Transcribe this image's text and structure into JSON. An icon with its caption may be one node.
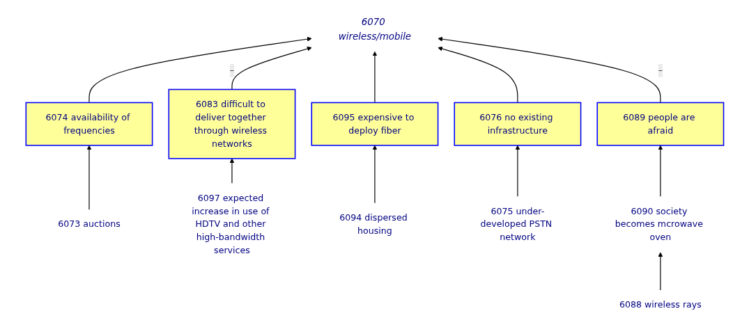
{
  "diagram": {
    "nodes": [
      {
        "text": [
          "6070 wireless/mobile"
        ]
      },
      {
        "text": [
          "6089 people are afraid"
        ]
      },
      {
        "text": [
          "6074 availability of frequencies"
        ]
      },
      {
        "text": [
          "6083 difficult to deliver together through wireless networks"
        ]
      },
      {
        "text": [
          "6076 no existing infrastructure"
        ]
      },
      {
        "text": [
          "6090 society becomes mcrowave oven"
        ]
      },
      {
        "text": [
          "6095 expensive to deploy fiber"
        ]
      },
      {
        "text": [
          "6073 auctions"
        ]
      },
      {
        "text": [
          "6088 wireless rays"
        ]
      },
      {
        "text": [
          "6075 under-developed PSTN network"
        ]
      },
      {
        "text": [
          "6097 expected increase in use of HDTV and other high-bandwidth services"
        ]
      },
      {
        "text": [
          "6094 dispersed housing"
        ]
      }
    ],
    "edges": [
      {
        "from": 2,
        "to": 0,
        "arrow": "to"
      },
      {
        "from": 3,
        "to": 0,
        "arrow": "to",
        "label": "–"
      },
      {
        "from": 6,
        "to": 0,
        "arrow": "to"
      },
      {
        "from": 4,
        "to": 0,
        "arrow": "to"
      },
      {
        "from": 1,
        "to": 0,
        "arrow": "to",
        "label": "–"
      },
      {
        "from": 5,
        "to": 1,
        "arrow": "to"
      },
      {
        "from": 8,
        "to": 5,
        "arrow": "to"
      },
      {
        "from": 7,
        "to": 2,
        "arrow": "to"
      },
      {
        "from": 10,
        "to": 3,
        "arrow": "to"
      },
      {
        "from": 11,
        "to": 6,
        "arrow": "to"
      },
      {
        "from": 9,
        "to": 4,
        "arrow": "to"
      }
    ]
  }
}
